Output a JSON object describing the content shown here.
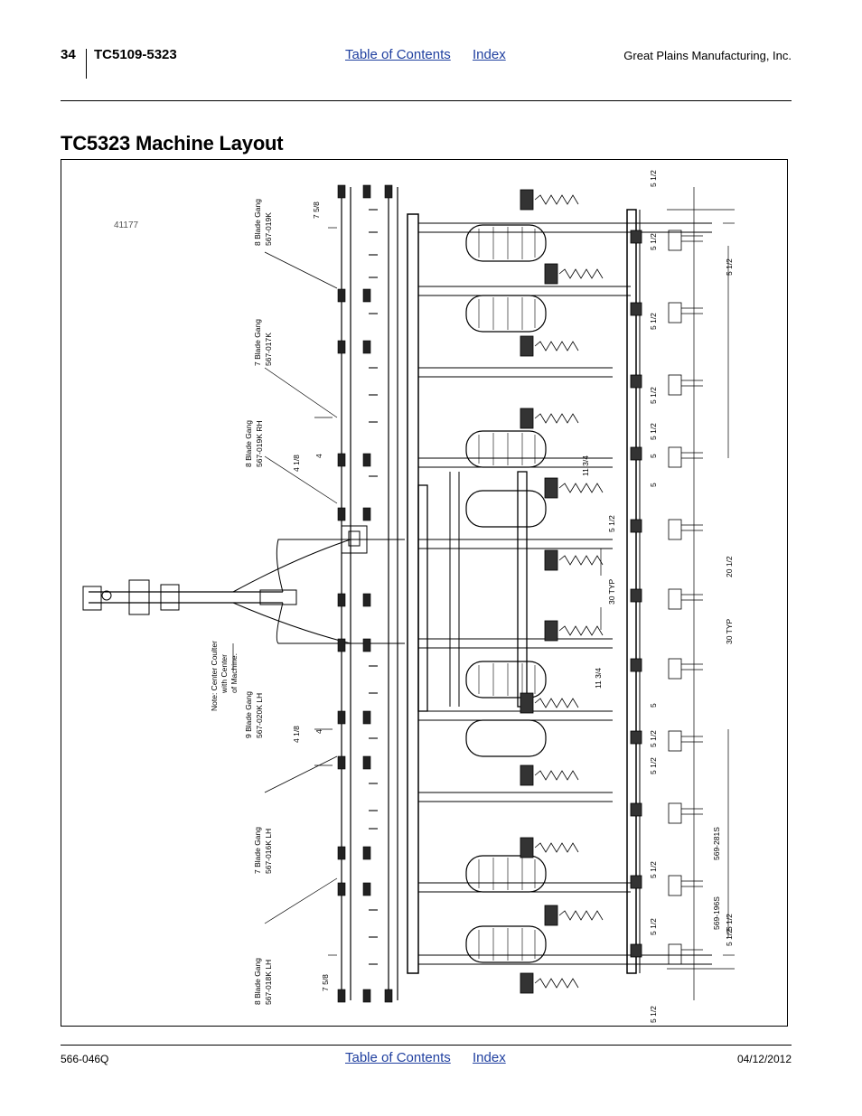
{
  "header": {
    "page_number": "34",
    "model": "TC5109-5323",
    "toc_link": "Table of Contents",
    "index_link": "Index",
    "company": "Great Plains Manufacturing, Inc."
  },
  "title": "TC5323 Machine Layout",
  "figure": {
    "figure_number": "41177",
    "callouts": {
      "gang_8_top_a": "8 Blade Gang",
      "gang_8_top_b": "567-019K",
      "gang_7_top_a": "7 Blade Gang",
      "gang_7_top_b": "567-017K",
      "gang_8_rh_a": "8 Blade Gang",
      "gang_8_rh_b": "567-019K RH",
      "gang_9_lh_a": "9 Blade Gang",
      "gang_9_lh_b": "567-020K LH",
      "gang_7_lh_a": "7 Blade Gang",
      "gang_7_lh_b": "567-016K LH",
      "gang_8_lh_a": "8 Blade Gang",
      "gang_8_lh_b": "567-018K LH",
      "note_a": "Note: Center Coulter",
      "note_b": "with Center",
      "note_c": "of Machine."
    },
    "dimensions": {
      "d_7_5_8_top": "7 5/8",
      "d_7_5_8_bottom": "7 5/8",
      "d_4_1_8_top": "4 1/8",
      "d_4_1_8_bottom": "4 1/8",
      "d_4_top": "4",
      "d_4_bottom": "4",
      "d_11_3_4_top": "11 3/4",
      "d_11_3_4_bottom": "11 3/4",
      "d_5_1_2_mid": "5 1/2",
      "d_30_typ_mid": "30 TYP",
      "d_20_1_2": "20 1/2",
      "d_30_typ_right": "30 TYP",
      "d_5_1_2_right_top": "5 1/2",
      "d_5_1_2_right_bottom": "5 1/2",
      "d_5_1_2_col_1": "5 1/2",
      "d_5_1_2_col_2": "5 1/2",
      "d_5_1_2_col_3": "5 1/2",
      "d_5_1_2_col_4": "5 1/2",
      "d_5_1_2_col_5": "5 1/2",
      "d_5_1_2_col_6": "5 1/2",
      "d_5_1_2_col_7": "5 1/2",
      "d_5_1_2_col_8": "5 1/2",
      "d_5_1_2_col_9": "5 1/2",
      "d_5_1_2_col_10": "5 1/2",
      "d_5_1_2_col_11": "5 1/2",
      "d_5_a": "5",
      "d_5_b": "5",
      "d_5_c": "5",
      "part_569_281s": "569-281S",
      "part_569_196s": "569-196S"
    }
  },
  "footer": {
    "doc_number": "566-046Q",
    "toc_link": "Table of Contents",
    "index_link": "Index",
    "date": "04/12/2012"
  }
}
